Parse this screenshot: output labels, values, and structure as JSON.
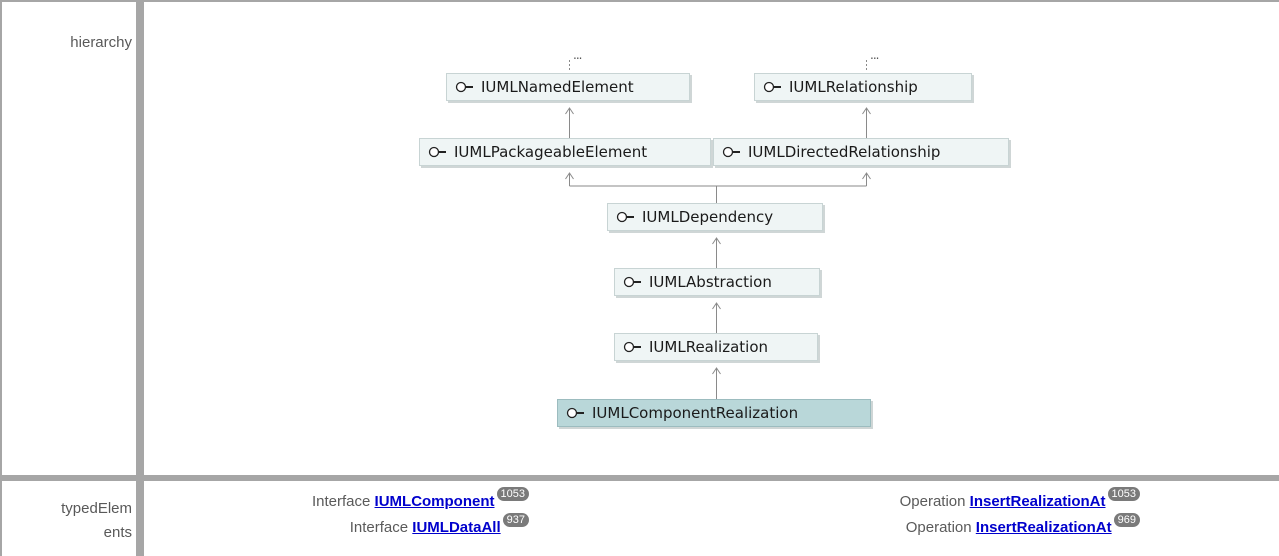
{
  "hierarchy_label": "hierarchy",
  "typed_label_line1": "typedElem",
  "typed_label_line2": "ents",
  "ellipsis": "...",
  "nodes": {
    "named_element": "IUMLNamedElement",
    "relationship": "IUMLRelationship",
    "packageable_element": "IUMLPackageableElement",
    "directed_relationship": "IUMLDirectedRelationship",
    "dependency": "IUMLDependency",
    "abstraction": "IUMLAbstraction",
    "realization": "IUMLRealization",
    "component_realization": "IUMLComponentRealization"
  },
  "typed_elements": [
    {
      "kind": "Interface",
      "name": "IUMLComponent",
      "count": "1053"
    },
    {
      "kind": "Interface",
      "name": "IUMLDataAll",
      "count": "937"
    },
    {
      "kind": "Operation",
      "name": "InsertRealizationAt",
      "count": "1053"
    },
    {
      "kind": "Operation",
      "name": "InsertRealizationAt",
      "count": "969"
    }
  ],
  "colors": {
    "selected_node": "#b9d7d9",
    "node": "#eff5f5",
    "link": "#0000cc"
  }
}
